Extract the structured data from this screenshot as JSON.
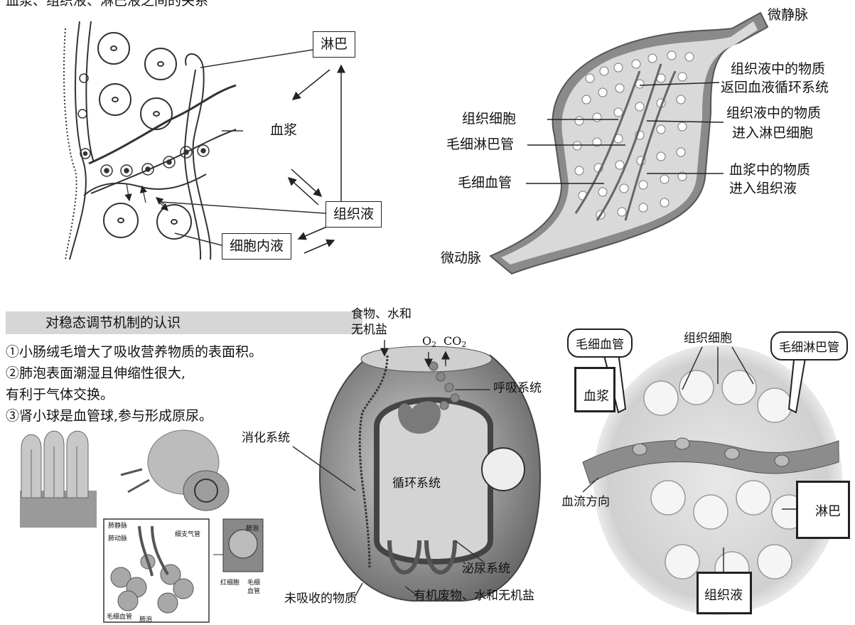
{
  "top_left": {
    "title": "血浆、组织液、淋巴液之间的关系",
    "box_lymph": "淋巴",
    "label_plasma": "血浆",
    "box_tissue_fluid": "组织液",
    "box_intracellular": "细胞内液"
  },
  "top_right": {
    "label_venule": "微静脉",
    "label_arteriole": "微动脉",
    "label_tissue_cell": "组织细胞",
    "label_lymph_capillary": "毛细淋巴管",
    "label_blood_capillary": "毛细血管",
    "note_return_1": "组织液中的物质",
    "note_return_2": "返回血液循环系统",
    "note_lymph_1": "组织液中的物质",
    "note_lymph_2": "进入淋巴细胞",
    "note_plasma_1": "血浆中的物质",
    "note_plasma_2": "进入组织液"
  },
  "bottom_left": {
    "section_title": "对稳态调节机制的认识",
    "point1": "①小肠绒毛增大了吸收营养物质的表面积。",
    "point2a": "②肺泡表面潮湿且伸缩性很大,",
    "point2b": "有利于气体交换。",
    "point3": "③肾小球是血管球,参与形成原尿。",
    "lung_labels": {
      "pulmonary_vein": "肺静脉",
      "pulmonary_artery": "肺动脉",
      "bronchiole": "细支气管",
      "alveolus_top": "肺泡",
      "rbc": "红细胞",
      "capillary_1": "毛细",
      "capillary_2": "血管",
      "capillary_bottom": "毛细血管",
      "alveolus_bottom": "肺泡"
    }
  },
  "bottom_middle": {
    "food_1": "食物、水和",
    "food_2": "无机盐",
    "o2": "O",
    "o2_sub": "2",
    "co2": "CO",
    "co2_sub": "2",
    "respiratory": "呼吸系统",
    "digestive": "消化系统",
    "circulatory": "循环系统",
    "urinary": "泌尿系统",
    "unabsorbed": "未吸收的物质",
    "wastes": "有机废物、水和无机盐"
  },
  "bottom_right": {
    "bubble_blood_capillary": "毛细血管",
    "label_tissue_cells": "组织细胞",
    "bubble_lymph_capillary": "毛细淋巴管",
    "box_plasma": "血浆",
    "label_flow": "血流方向",
    "box_lymph": "淋巴",
    "box_tissue_fluid": "组织液"
  }
}
